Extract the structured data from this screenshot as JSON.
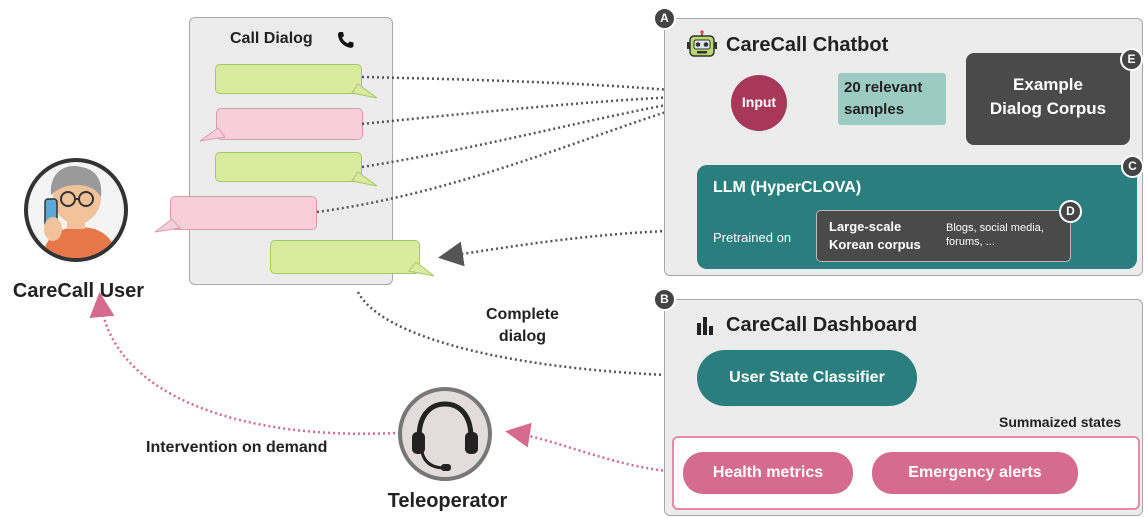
{
  "call_dialog": {
    "title": "Call Dialog"
  },
  "user": {
    "label": "CareCall User"
  },
  "teleoperator": {
    "label": "Teleoperator"
  },
  "chatbot": {
    "marker": "A",
    "title": "CareCall Chatbot",
    "input_label": "Input",
    "samples_label_line1": "20 relevant",
    "samples_label_line2": "samples",
    "corpus_marker": "E",
    "corpus_line1": "Example",
    "corpus_line2": "Dialog Corpus",
    "llm_marker": "C",
    "llm_title": "LLM (HyperCLOVA)",
    "pretrained_label": "Pretrained on",
    "korean_corpus_marker": "D",
    "korean_corpus_line1": "Large-scale",
    "korean_corpus_line2": "Korean corpus",
    "sources_line1": "Blogs, social media,",
    "sources_line2": "forums, ..."
  },
  "dashboard": {
    "marker": "B",
    "title": "CareCall Dashboard",
    "classifier_label": "User State Classifier",
    "summarized_states_label": "Summaized states",
    "health_metrics": "Health metrics",
    "emergency_alerts": "Emergency alerts"
  },
  "edges": {
    "complete_dialog_line1": "Complete",
    "complete_dialog_line2": "dialog",
    "intervention": "Intervention on demand"
  },
  "colors": {
    "teal": "#2a7f7e",
    "crimson": "#a8385a",
    "pink": "#d56b8e",
    "dark_gray": "#4a4a4a",
    "sample_teal": "#9ccbc4",
    "bubble_green": "#d7ec9f",
    "bubble_pink": "#f6cfdb"
  }
}
